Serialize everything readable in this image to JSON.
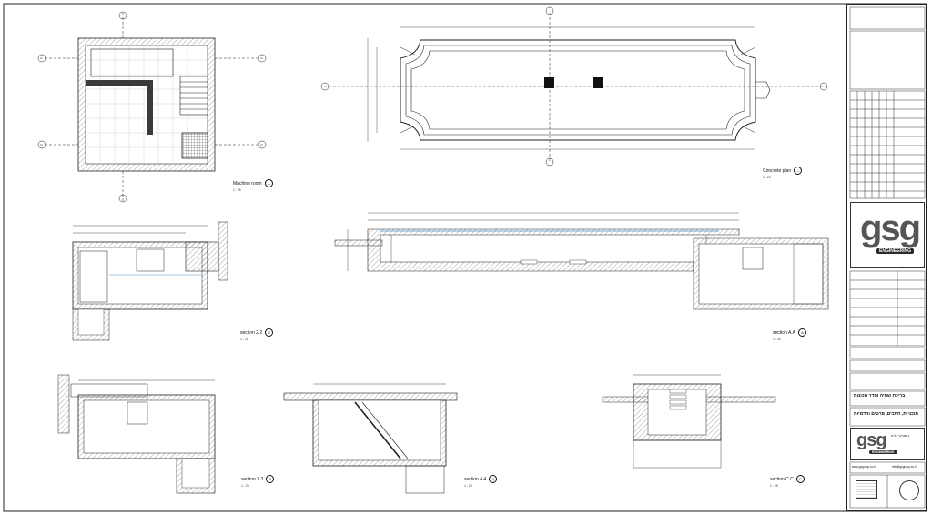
{
  "drawings": {
    "machine_room": {
      "title": "Machine room",
      "scale": "1 : 25",
      "mark": "—"
    },
    "concrete_plan": {
      "title": "Concrete plan",
      "scale": "1 : 25",
      "mark": "—"
    },
    "section_22": {
      "title": "section 2.2",
      "scale": "1 : 25",
      "mark": "2"
    },
    "section_aa": {
      "title": "section A.A",
      "scale": "1 : 25",
      "mark": "A"
    },
    "section_33": {
      "title": "section 3.3",
      "scale": "1 : 25",
      "mark": "3"
    },
    "section_44": {
      "title": "section 4.4",
      "scale": "1 : 25",
      "mark": "4"
    },
    "section_cc": {
      "title": "section C.C",
      "scale": "1 : 25",
      "mark": "C"
    }
  },
  "title_block": {
    "logo_text": "gsg",
    "logo_sub": "ENGINEERING",
    "project_name": "בריכת שחיה וחדר מכונות",
    "sheet_title": "תוכניות, חתכים, פרטים והדמיות",
    "firm_name": "ג. שטייגר בע\"מ",
    "website": "www.gsgroup.co.il",
    "email": "info@gsgroup.co.il",
    "small_logo_text": "gsg",
    "small_logo_sub": "ENGINEERING"
  },
  "colors": {
    "line": "#1a1a1a",
    "water": "#4a90c8",
    "hatch": "#555555"
  }
}
